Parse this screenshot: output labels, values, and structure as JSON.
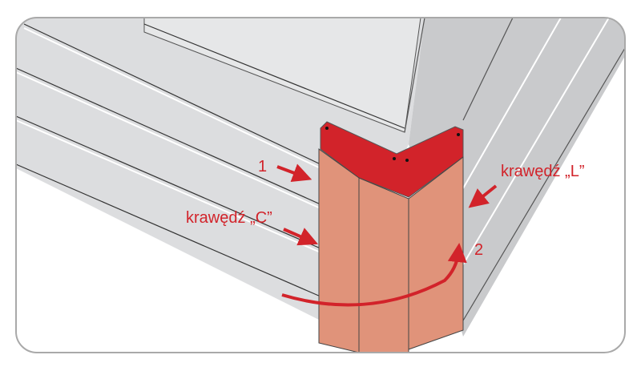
{
  "labels": {
    "step1": "1",
    "step2": "2",
    "edge_c": "krawędź „C”",
    "edge_l": "krawędź „L”"
  },
  "colors": {
    "accent": "#d2232a",
    "panel": "#e0937a",
    "wall_left": "#dcdddf",
    "wall_right": "#c9cacc",
    "frame": "#a9a9a9"
  }
}
